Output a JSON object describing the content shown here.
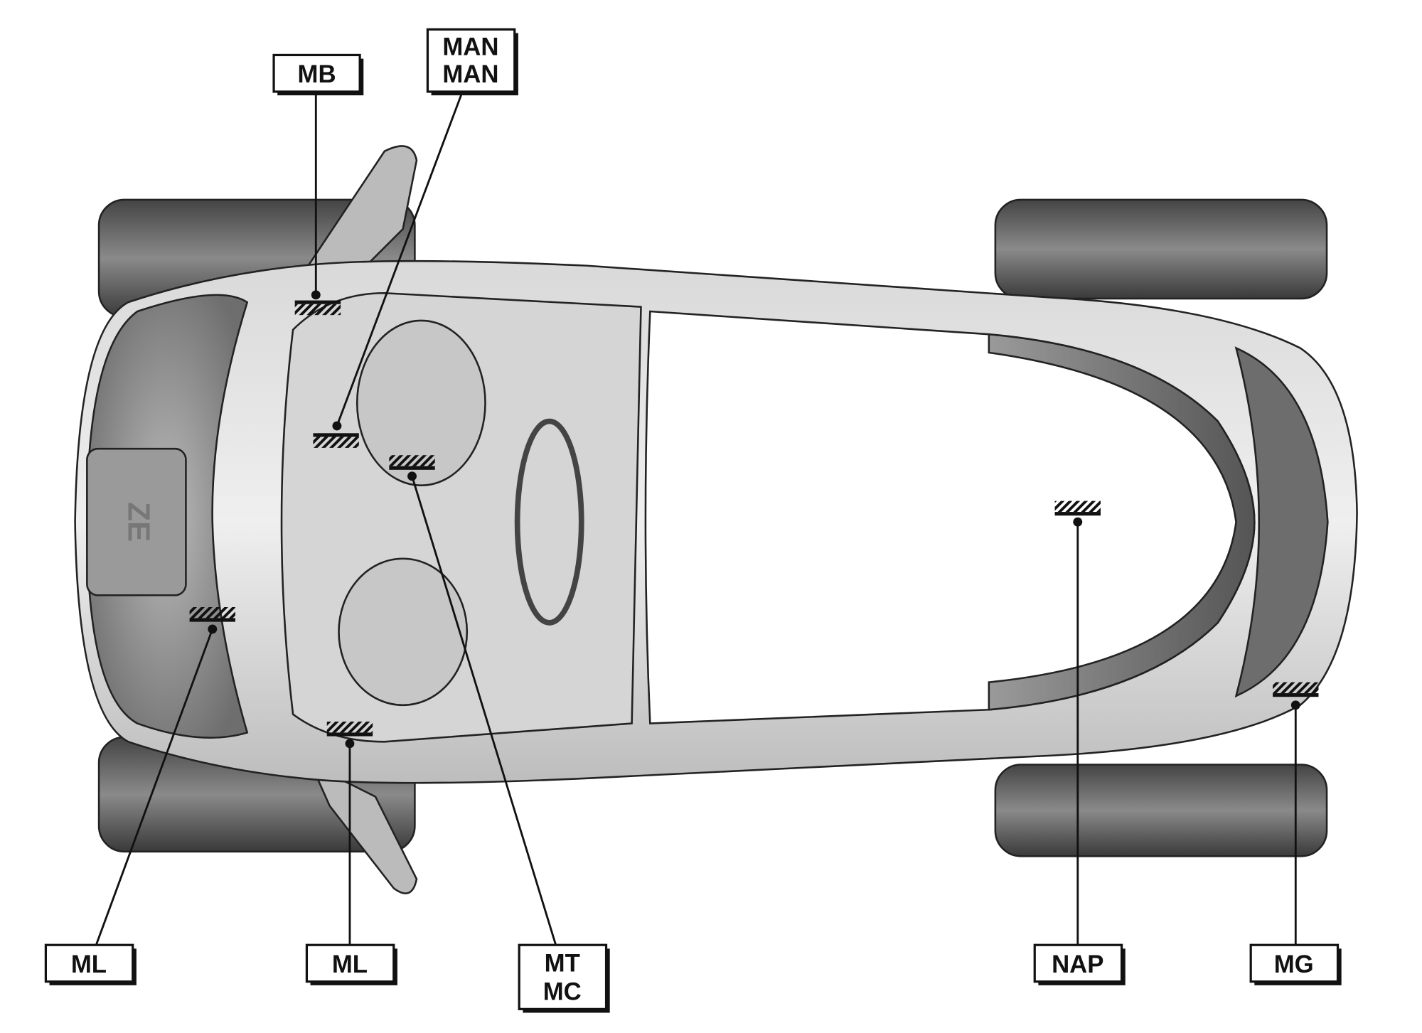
{
  "labels": {
    "mb": "MB",
    "man_1": "MAN",
    "man_2": "MAN",
    "ml_left": "ML",
    "ml_right": "ML",
    "mt": "MT",
    "mc": "MC",
    "nap": "NAP",
    "mg": "MG"
  },
  "car": {
    "badge": "ZE"
  },
  "colors": {
    "body": "#c8c8c8",
    "tyre": "#5a5a5a",
    "roof": "#ffffff",
    "rear": "#7a7a7a",
    "ink": "#111111"
  }
}
